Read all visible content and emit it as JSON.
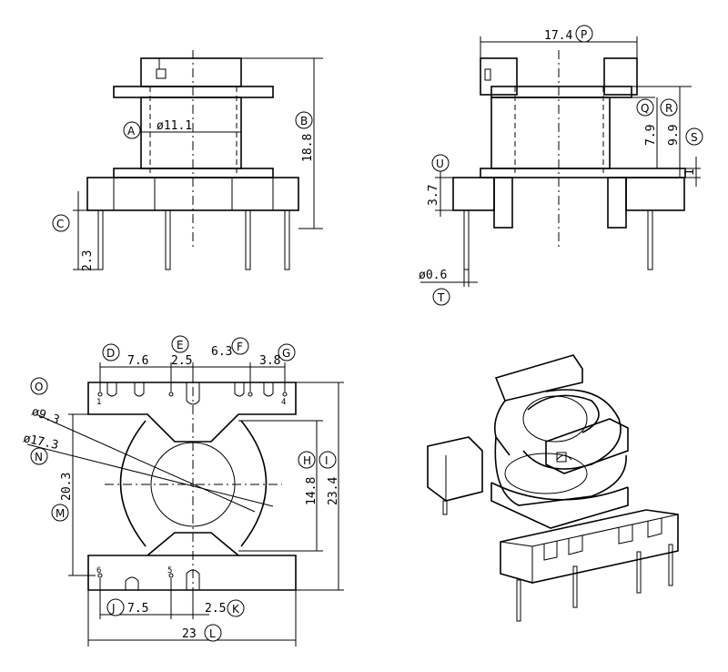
{
  "dimensions": {
    "width_overall": "17.4",
    "core_diameter": "ø11.1",
    "height_total": "18.8",
    "pin_length": "2.3",
    "flange_height": "3.7",
    "pin_diameter": "ø0.6",
    "winding_height": "7.9",
    "window_height": "9.9",
    "flange_thickness": "1",
    "pitch_d": "7.6",
    "pitch_e": "2.5",
    "pitch_f": "6.3",
    "pitch_g": "3.8",
    "hole_small": "ø9.3",
    "hole_large": "ø17.3",
    "inner_height": "14.8",
    "outer_height": "23.4",
    "side_height": "20.3",
    "pitch_j": "7.5",
    "pitch_k": "2.5",
    "base_width": "23"
  },
  "labels": {
    "A": "A",
    "B": "B",
    "C": "C",
    "D": "D",
    "E": "E",
    "F": "F",
    "G": "G",
    "H": "H",
    "I": "I",
    "J": "J",
    "K": "K",
    "L": "L",
    "M": "M",
    "N": "N",
    "O": "O",
    "P": "P",
    "Q": "Q",
    "R": "R",
    "S": "S",
    "T": "T",
    "U": "U"
  },
  "pins": {
    "p1": "1",
    "p4": "4",
    "p5": "5",
    "p6": "6"
  }
}
